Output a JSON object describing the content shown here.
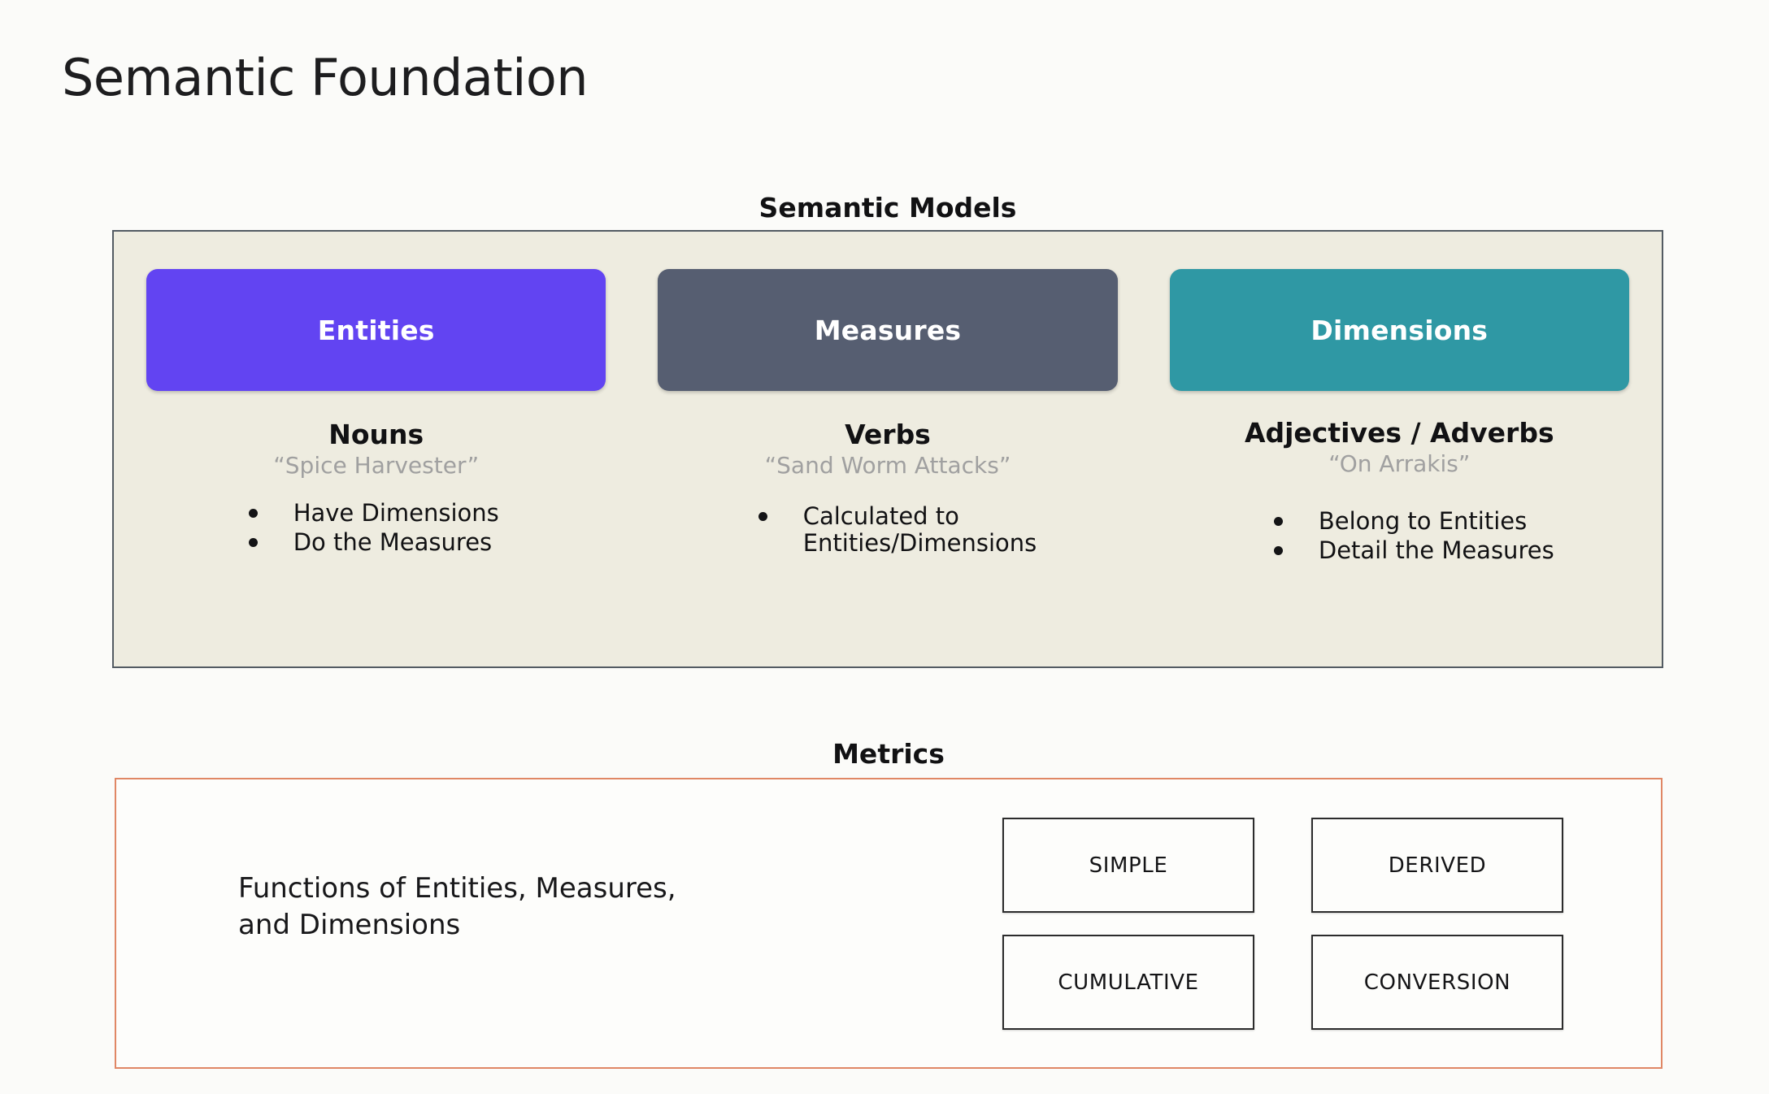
{
  "page": {
    "title": "Semantic Foundation"
  },
  "semantic_models": {
    "heading": "Semantic Models",
    "columns": [
      {
        "chip_label": "Entities",
        "chip_color": "#6244f2",
        "part_of_speech": "Nouns",
        "example": "“Spice Harvester”",
        "bullets": [
          "Have Dimensions",
          "Do the Measures"
        ]
      },
      {
        "chip_label": "Measures",
        "chip_color": "#565e71",
        "part_of_speech": "Verbs",
        "example": "“Sand Worm Attacks”",
        "bullets": [
          "Calculated to\nEntities/Dimensions"
        ]
      },
      {
        "chip_label": "Dimensions",
        "chip_color": "#2f98a4",
        "part_of_speech": "Adjectives / Adverbs",
        "example": "“On Arrakis”",
        "bullets": [
          "Belong to Entities",
          "Detail the Measures"
        ]
      }
    ]
  },
  "metrics": {
    "heading": "Metrics",
    "description": "Functions of Entities, Measures,\nand Dimensions",
    "types": [
      "SIMPLE",
      "DERIVED",
      "CUMULATIVE",
      "CONVERSION"
    ],
    "border_color": "#e08765"
  },
  "colors": {
    "panel_background": "#eeece0",
    "panel_border": "#535b63",
    "slide_background": "#fbfbf9",
    "text_primary": "#111113",
    "text_muted": "#a0a0a0"
  }
}
